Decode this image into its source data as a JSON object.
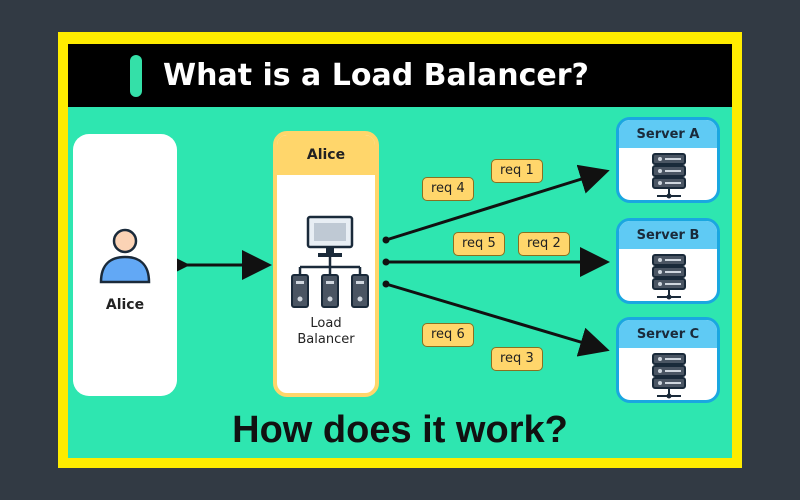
{
  "title": "What is a Load Balancer?",
  "subtitle": "How does it work?",
  "user": {
    "label": "Alice"
  },
  "load_balancer": {
    "header": "Alice",
    "label_line1": "Load",
    "label_line2": "Balancer"
  },
  "servers": [
    {
      "name": "Server A"
    },
    {
      "name": "Server B"
    },
    {
      "name": "Server C"
    }
  ],
  "requests": [
    "req 1",
    "req 4",
    "req 5",
    "req 2",
    "req 6",
    "req 3"
  ],
  "colors": {
    "background": "#323a44",
    "frame": "#ffec00",
    "canvas": "#2ee6b0",
    "header_bg": "#000000",
    "tag_fill": "#ffd66b",
    "server_header": "#5fcaf4"
  }
}
